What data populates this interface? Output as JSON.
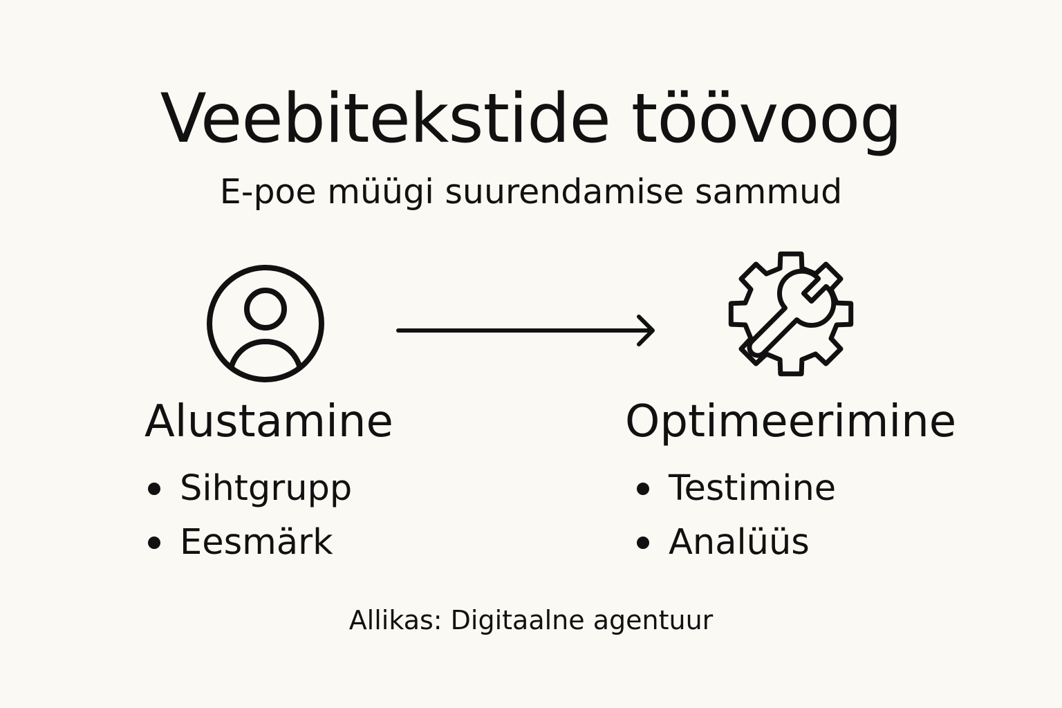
{
  "title": "Veebitekstide töövoog",
  "subtitle": "E-poe müügi suurendamise sammud",
  "steps": [
    {
      "icon": "person-icon",
      "heading": "Alustamine",
      "items": [
        "Sihtgrupp",
        "Eesmärk"
      ]
    },
    {
      "icon": "gear-wrench-icon",
      "heading": "Optimeerimine",
      "items": [
        "Testimine",
        "Analüüs"
      ]
    }
  ],
  "source": "Allikas: Digitaalne agentuur",
  "colors": {
    "background": "#fbf9f3",
    "ink": "#111111"
  }
}
